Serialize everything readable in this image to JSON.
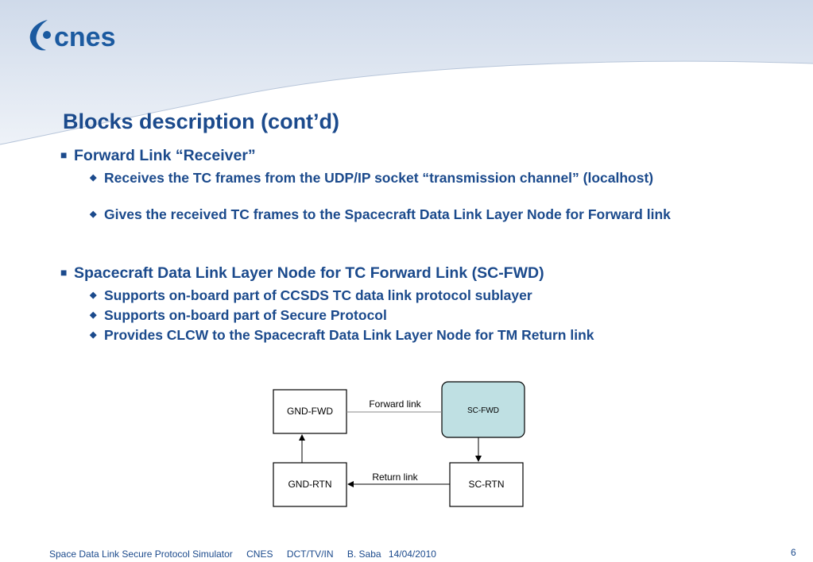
{
  "brand": {
    "logo_text": "cnes"
  },
  "slide": {
    "title": "Blocks description (cont’d)"
  },
  "sections": [
    {
      "heading": "Forward Link “Receiver”",
      "bullets": [
        "Receives the TC frames from the UDP/IP socket “transmission channel” (localhost)",
        "Gives the received TC frames to the Spacecraft Data Link Layer Node for Forward link"
      ]
    },
    {
      "heading": "Spacecraft Data Link Layer Node for TC Forward Link (SC-FWD)",
      "bullets": [
        "Supports on-board part of CCSDS TC data link protocol sublayer",
        "Supports on-board part of Secure Protocol",
        "Provides CLCW to the Spacecraft Data Link Layer Node for TM Return link"
      ]
    }
  ],
  "diagram": {
    "boxes": {
      "gnd_fwd": "GND-FWD",
      "sc_fwd": "SC-FWD",
      "gnd_rtn": "GND-RTN",
      "sc_rtn": "SC-RTN"
    },
    "links": {
      "forward": "Forward link",
      "return": "Return link"
    }
  },
  "footer": {
    "project": "Space Data Link Secure Protocol Simulator",
    "org": "CNES",
    "dept": "DCT/TV/IN",
    "author": "B. Saba",
    "date": "14/04/2010",
    "page": "6"
  },
  "colors": {
    "primary": "#1b4a8c",
    "header_bg": "#dbe4f0",
    "sc_fwd_fill": "#bfe0e3"
  }
}
